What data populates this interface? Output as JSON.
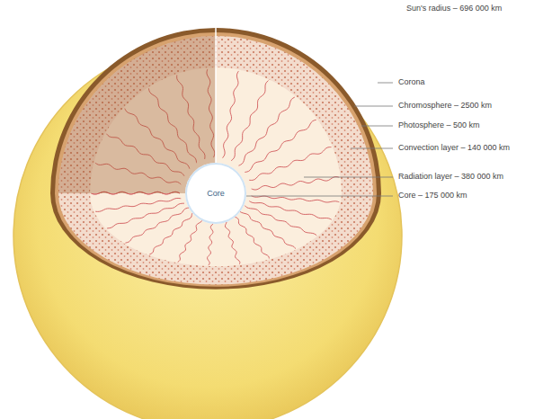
{
  "diagram": {
    "nodes": [
      {
        "text": [
          "Core"
        ]
      }
    ],
    "labels": [
      "Sun's radius – 696 000 km",
      "Corona",
      "Chromosphere – 2500 km",
      "Photosphere – 500 km",
      "Convection layer – 140 000 km",
      "Radiation layer – 380 000 km",
      "Core – 175 000 km"
    ]
  }
}
